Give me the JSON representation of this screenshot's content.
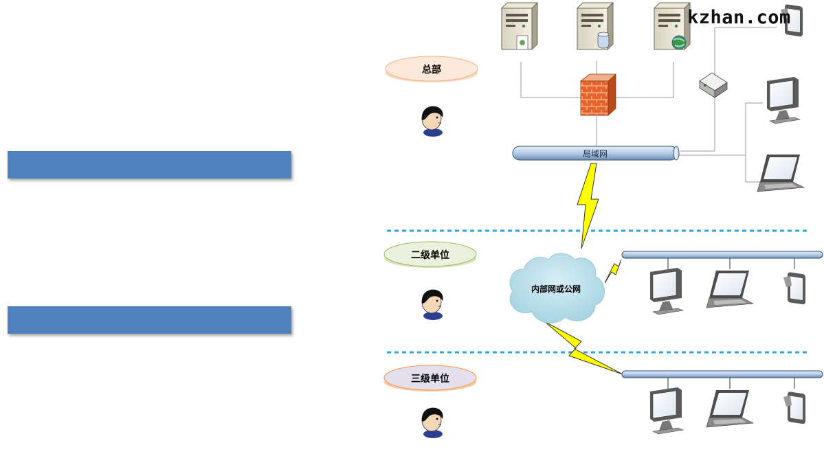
{
  "watermark": "kzhan.com",
  "tiers": [
    {
      "label": "总部",
      "fill": "#fde9d9",
      "stroke": "#f4b183"
    },
    {
      "label": "二级单位",
      "fill": "#ebf1de",
      "stroke": "#9bbb59"
    },
    {
      "label": "三级单位",
      "fill": "#e4dfec",
      "stroke": "#f79646"
    }
  ],
  "lan_label": "局域网",
  "cloud_label": "内部网或公网",
  "icons": {
    "server": "server-icon",
    "firewall": "firewall-icon",
    "router": "router-icon",
    "monitor": "monitor-icon",
    "laptop": "laptop-icon",
    "tablet": "tablet-icon",
    "user": "user-icon",
    "cloud": "cloud-icon",
    "lightning": "lightning-icon"
  },
  "colors": {
    "accent_bar": "#4f81bd",
    "divider": "#2aa7d8",
    "lightning": "#ffff00",
    "cloud": "#b7dde8",
    "bus": "#c6d9f1"
  }
}
